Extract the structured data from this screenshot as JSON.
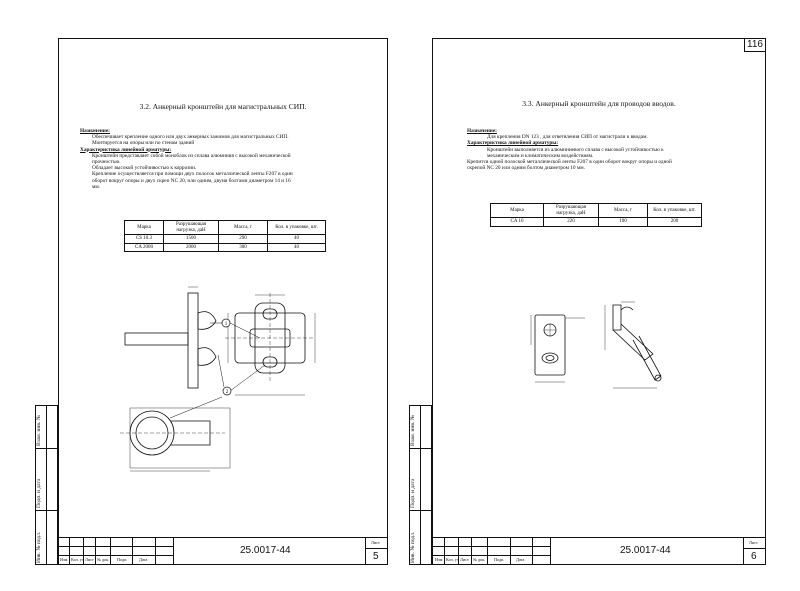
{
  "page1": {
    "section_title": "3.2. Анкерный кронштейн для магистральных СИП.",
    "purpose_heading": "Назначение:",
    "purpose_lines": [
      "Обеспечивает крепление одного или двух анкерных зажимов для магистральных СИП.",
      "Монтируется на опоры или по стенам зданий"
    ],
    "char_heading": "Характеристика линейной арматуры:",
    "char_lines": [
      "Кронштейн представляет собой моноблок из сплава алюминия с высокой механической",
      "прочностью.",
      "Обладает высокой устойчивостью к коррозии.",
      "Крепление осуществляется при помощи двух полосок металлической ленты F207 в один",
      "оборот вокруг опоры и двух  скреп NC 20,  или одним, двумя болтами диаметром 14 и 16",
      "мм."
    ],
    "table_headers": [
      "Марка",
      "Разрушающая нагрузка, даН",
      "Масса, г",
      "Кол. в упаковке, шт."
    ],
    "table_rows": [
      [
        "CS 10.3",
        "1500",
        "290",
        "40"
      ],
      [
        "CA 2000",
        "2000",
        "300",
        "40"
      ]
    ],
    "callouts": [
      "1",
      "2"
    ],
    "doc_number": "25.0017-44",
    "sheet_label": "Лист",
    "sheet_number": "5"
  },
  "page2": {
    "corner_number": "116",
    "section_title": "3.3. Анкерный кронштейн для проводов вводов.",
    "purpose_heading": "Назначение:",
    "purpose_lines": [
      "Для крепления DN 123 ,  для ответвления СИП от магистрали к вводам."
    ],
    "char_heading": "Характеристика линейной арматуры:",
    "char_lines": [
      "Кронштейн выполняется из алюминиевого       сплава с высокой устойчивостью к",
      "механическим и климатическим воздействиям.",
      "Крепится одной полоской металлической ленты F207 в один оборот вокруг опоры и одной",
      "скрепой NC 20 или одним болтом диаметром 10 мм."
    ],
    "table_headers": [
      "Марка",
      "Разрушающая нагрузка, даН",
      "Масса, г",
      "Кол. в упаковке, шт."
    ],
    "table_rows": [
      [
        "CA 16",
        "220",
        "100",
        "200"
      ]
    ],
    "doc_number": "25.0017-44",
    "sheet_label": "Лист",
    "sheet_number": "6"
  },
  "side_labels": [
    "Взам. инв. №",
    "Подп. и дата",
    "Инв. № подл."
  ],
  "stamp_headers": [
    "Изм.",
    "Кол. уч",
    "Лист",
    "№ док.",
    "Подп.",
    "Дата"
  ]
}
